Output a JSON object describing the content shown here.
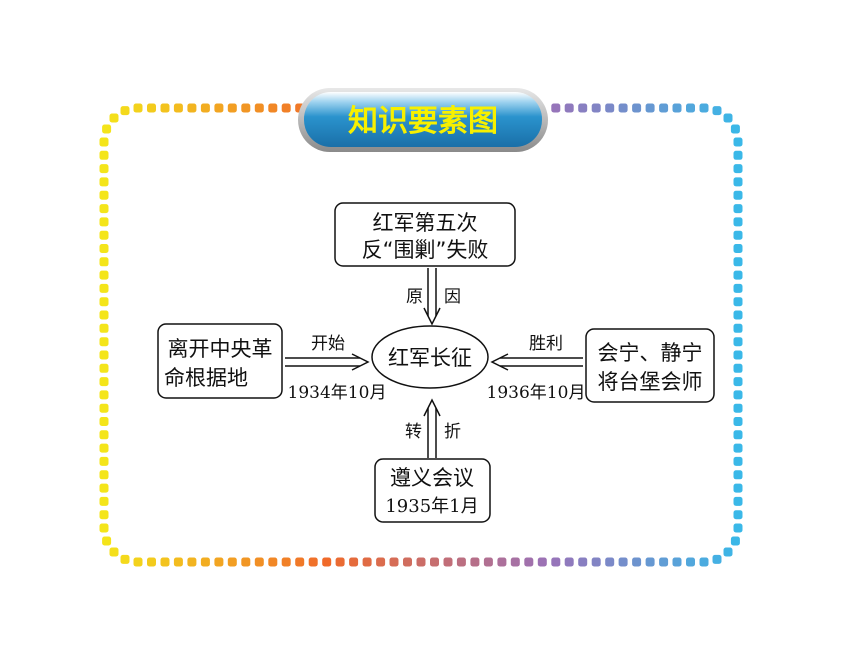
{
  "header": {
    "title": "知识要素图"
  },
  "nodes": {
    "top": {
      "line1": "红军第五次",
      "line2": "反“围剿”失败"
    },
    "center": {
      "label": "红军长征"
    },
    "left": {
      "line1": "离开中央革",
      "line2": "命根据地"
    },
    "right": {
      "line1": "会宁、静宁",
      "line2": "将台堡会师"
    },
    "bottom": {
      "line1": "遵义会议",
      "line2": "1935年1月"
    }
  },
  "edges": {
    "top": {
      "label_a": "原",
      "label_b": "因"
    },
    "left": {
      "label": "开始",
      "date": "1934年10月"
    },
    "right": {
      "label": "胜利",
      "date": "1936年10月"
    },
    "bottom": {
      "label_a": "转",
      "label_b": "折"
    }
  },
  "colors": {
    "frame_left": "#f4e51a",
    "frame_bottom_mid": "#f06a2a",
    "frame_top_mid": "#9a72b8",
    "frame_right": "#3ab8e8",
    "banner": "#2a8fc8",
    "banner_text": "#f7f000"
  }
}
